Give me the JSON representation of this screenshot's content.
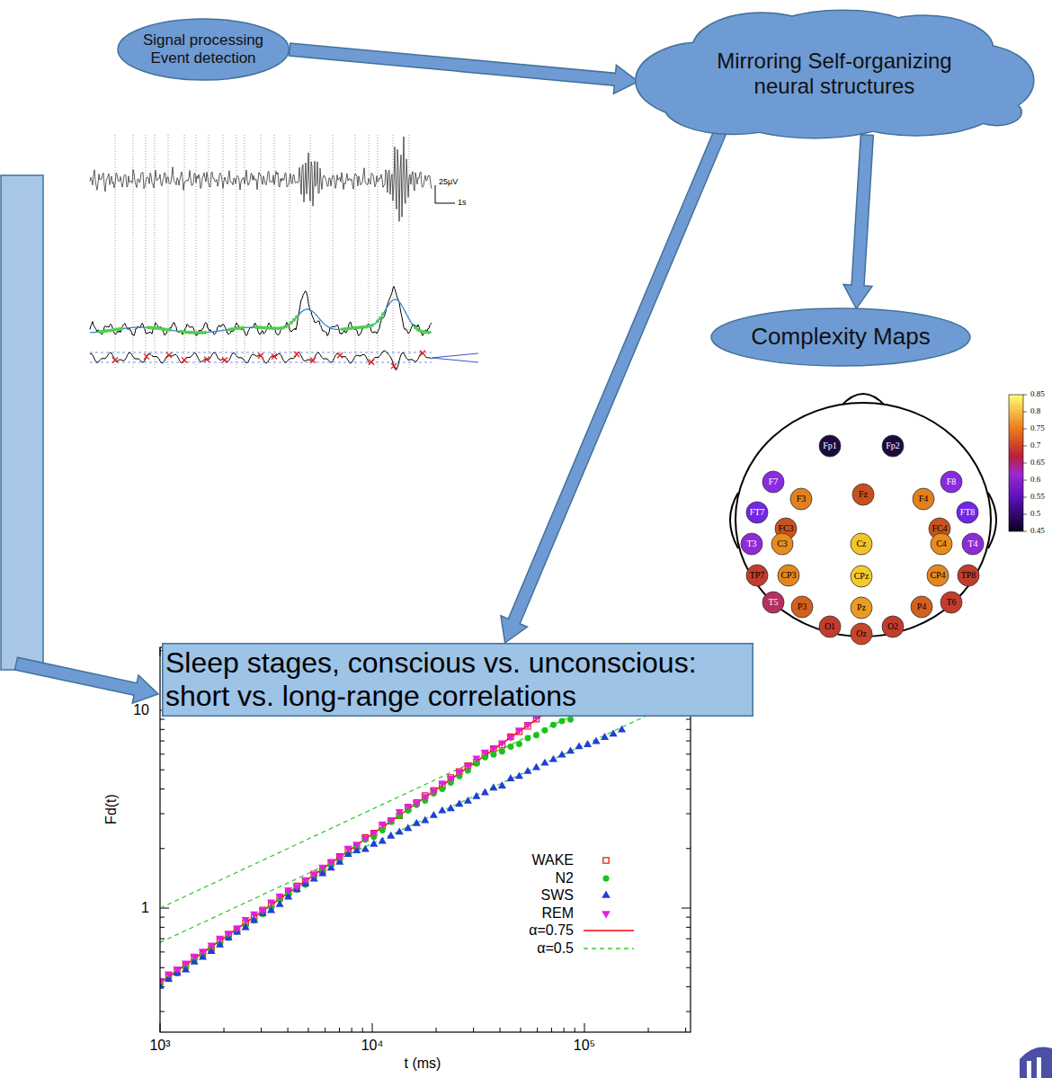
{
  "diagram": {
    "nodes": [
      {
        "text": [
          "Signal processing Event detection"
        ]
      },
      {
        "text": [
          "Mirroring Self-organizing neural structures"
        ]
      },
      {
        "text": [
          "Complexity Maps"
        ]
      },
      {
        "text": [
          "Fp1"
        ]
      },
      {
        "text": [
          "Fp2"
        ]
      },
      {
        "text": [
          "F7"
        ]
      },
      {
        "text": [
          "F3"
        ]
      },
      {
        "text": [
          "Fz"
        ]
      },
      {
        "text": [
          "F4"
        ]
      },
      {
        "text": [
          "F8"
        ]
      },
      {
        "text": [
          "FT7"
        ]
      },
      {
        "text": [
          "FC3"
        ]
      },
      {
        "text": [
          "FC4"
        ]
      },
      {
        "text": [
          "FT8"
        ]
      },
      {
        "text": [
          "T3"
        ]
      },
      {
        "text": [
          "C3"
        ]
      },
      {
        "text": [
          "Cz"
        ]
      },
      {
        "text": [
          "C4"
        ]
      },
      {
        "text": [
          "T4"
        ]
      },
      {
        "text": [
          "TP7"
        ]
      },
      {
        "text": [
          "CP3"
        ]
      },
      {
        "text": [
          "CPz"
        ]
      },
      {
        "text": [
          "CP4"
        ]
      },
      {
        "text": [
          "TP8"
        ]
      },
      {
        "text": [
          "T5"
        ]
      },
      {
        "text": [
          "P3"
        ]
      },
      {
        "text": [
          "Pz"
        ]
      },
      {
        "text": [
          "P4"
        ]
      },
      {
        "text": [
          "T6"
        ]
      },
      {
        "text": [
          "O1"
        ]
      },
      {
        "text": [
          "Oz"
        ]
      },
      {
        "text": [
          "O2"
        ]
      },
      {
        "text": [
          "Sleep stages, conscious vs. unconscious: short vs. long-range correlations"
        ]
      }
    ],
    "edges": [
      {
        "from": 0,
        "to": 1,
        "arrow": "to"
      },
      {
        "from": 1,
        "to": 2,
        "arrow": "to"
      },
      {
        "from": 1,
        "to": 32,
        "arrow": "to"
      }
    ],
    "labels": [
      "25µV",
      "1s",
      "0.85",
      "0.8",
      "0.75",
      "0.7",
      "0.65",
      "0.6",
      "0.55",
      "0.5",
      "0.45",
      "10",
      "1",
      "10³",
      "10⁴",
      "10⁵",
      "Fd(t)",
      "t (ms)"
    ],
    "legend": [
      {
        "text": "WAKE"
      },
      {
        "text": "N2"
      },
      {
        "text": "SWS"
      },
      {
        "text": "REM"
      },
      {
        "text": "α=0.75"
      },
      {
        "text": "α=0.5"
      }
    ]
  }
}
